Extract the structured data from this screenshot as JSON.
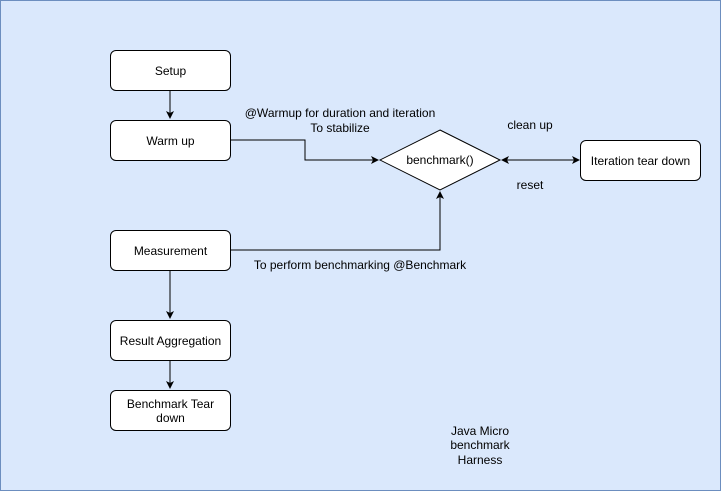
{
  "nodes": {
    "setup": "Setup",
    "warmup": "Warm up",
    "measurement": "Measurement",
    "result_aggregation": "Result Aggregation",
    "benchmark_teardown": "Benchmark Tear down",
    "benchmark": "benchmark()",
    "iteration_teardown": "Iteration tear down"
  },
  "edge_labels": {
    "warmup_line1": "@Warmup for duration and iteration",
    "warmup_line2": "To stabilize",
    "measurement": "To perform benchmarking @Benchmark",
    "clean_up": "clean up",
    "reset": "reset"
  },
  "footer": {
    "line1": "Java Micro",
    "line2": "benchmark",
    "line3": "Harness"
  },
  "colors": {
    "background": "#dae8fc",
    "border": "#6c8ebf",
    "node_fill": "#ffffff",
    "stroke": "#000000"
  }
}
